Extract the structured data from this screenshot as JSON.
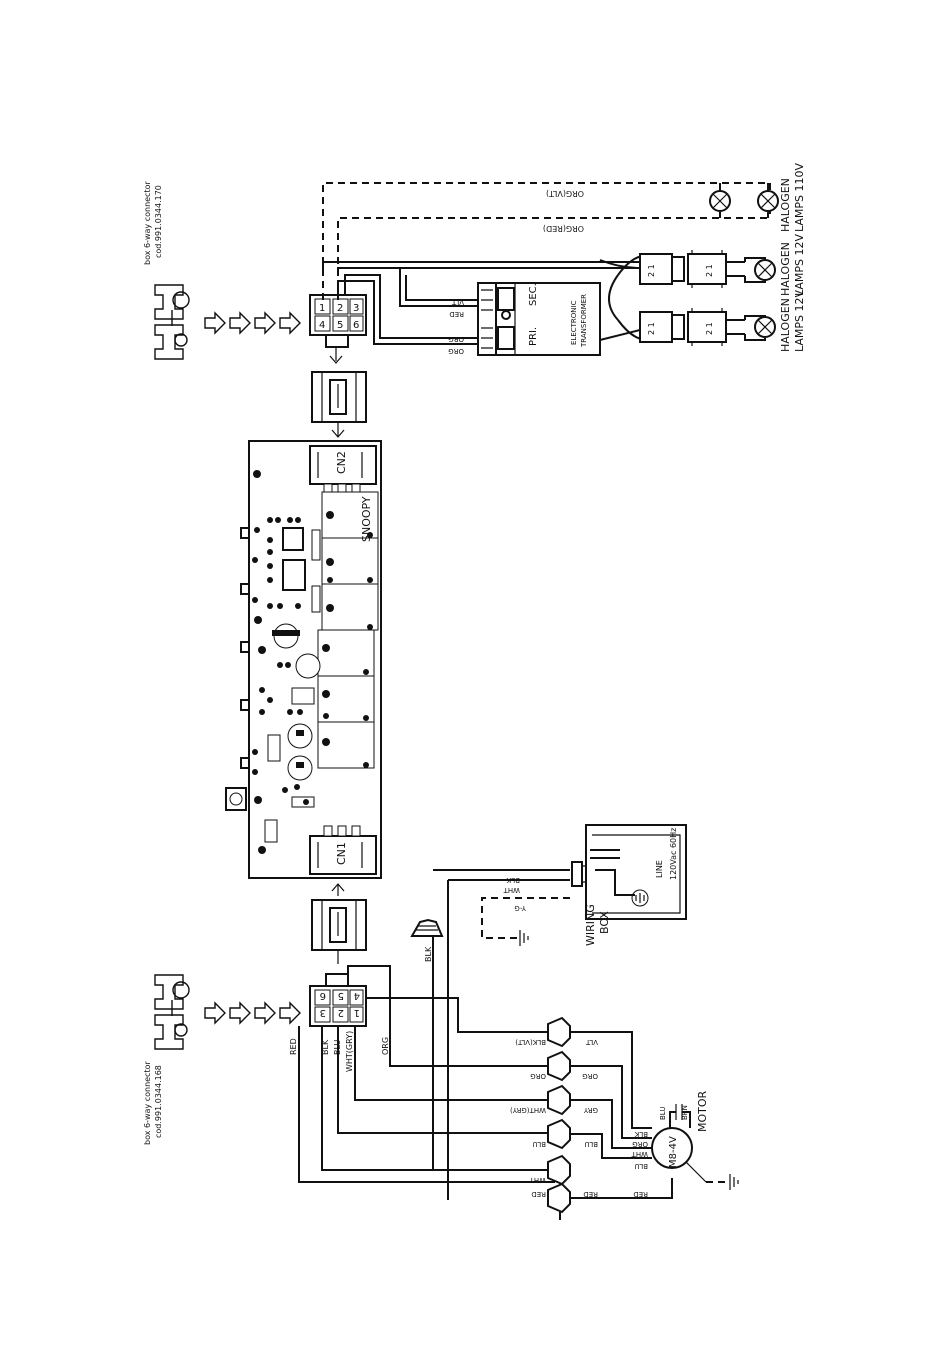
{
  "connector_top": {
    "title": "box 6-way connector",
    "code": "cod.991.0344.170",
    "pins": [
      "1",
      "2",
      "3",
      "4",
      "5",
      "6"
    ]
  },
  "connector_bottom": {
    "title": "box 6-way connector",
    "code": "cod.991.0344.168",
    "pins": [
      "1",
      "2",
      "3",
      "4",
      "5",
      "6"
    ]
  },
  "transformer": {
    "pri": "PRI.",
    "sec": "SEC.",
    "name_line1": "ELECTRONIC",
    "name_line2": "TRANSFORMER"
  },
  "lamps": {
    "halogen_110v_line1": "HALOGEN",
    "halogen_110v_line2": "LAMPS 110V",
    "halogen_12v_a_line1": "HALOGEN",
    "halogen_12v_a_line2": "LAMPS 12V",
    "halogen_12v_b_line1": "HALOGEN",
    "halogen_12v_b_line2": "LAMPS 12V"
  },
  "pcb": {
    "cn1": "CN1",
    "cn2": "CN2",
    "brand": "SNOOPY"
  },
  "wiring_box": {
    "label_line1": "WIRING",
    "label_line2": "BOX",
    "line_text": "LINE",
    "voltage": "120Vac 60Hz"
  },
  "motor": {
    "label": "MOTOR",
    "model": "M8-4V"
  },
  "wire_labels": {
    "org_vlt": "ORG(VLT)",
    "org_red": "ORG(RED)",
    "vlt": "VLT",
    "red": "RED",
    "org": "ORG",
    "blk": "BLK",
    "wht": "WHT",
    "y_g": "Y-G",
    "blu": "BLU",
    "wht_gry": "WHT(GRY)",
    "blk_vlt": "BLK(VLT)",
    "gry": "GRY",
    "brn": "BRN"
  },
  "colors": {
    "ink": "#111111",
    "paper": "#ffffff"
  }
}
